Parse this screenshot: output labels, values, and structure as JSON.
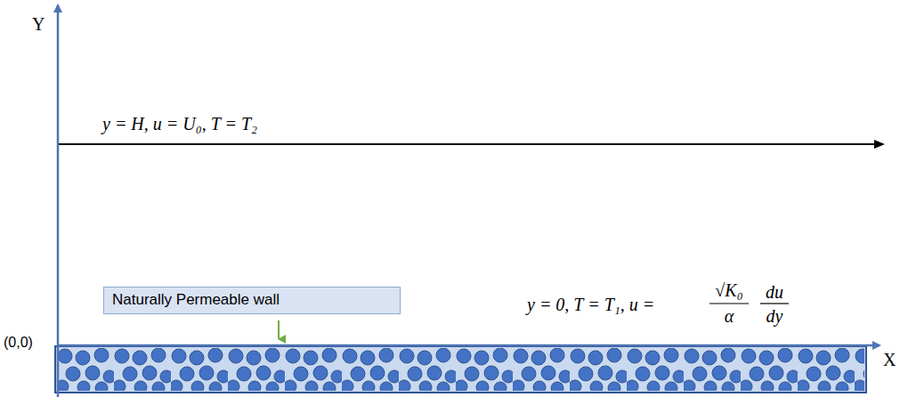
{
  "diagram": {
    "nodes": [
      {
        "text": [
          "Naturally Permeable wall"
        ]
      }
    ],
    "edges": [],
    "labels": [
      "Y",
      "X",
      "(0,0)",
      "y = H, u = U₀, T = T₂",
      "y = 0, T = T₁, u =",
      "√K₀",
      "α",
      "du",
      "dy"
    ]
  }
}
